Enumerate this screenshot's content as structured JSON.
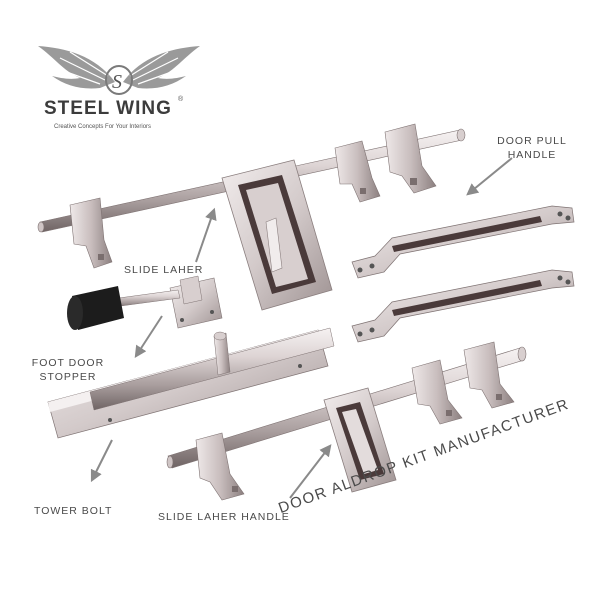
{
  "brand": {
    "name": "STEEL WING",
    "registered_mark": "®",
    "tagline": "Creative Concepts For Your Interiors",
    "logo_letter": "S"
  },
  "labels": {
    "door_pull_handle_line1": "DOOR PULL",
    "door_pull_handle_line2": "HANDLE",
    "slide_laher": "SLIDE LAHER",
    "foot_door_stopper_line1": "FOOT DOOR",
    "foot_door_stopper_line2": "STOPPER",
    "tower_bolt": "TOWER BOLT",
    "slide_laher_handle": "SLIDE LAHER HANDLE"
  },
  "caption": "DOOR ALDROP KIT MANUFACTURER",
  "colors": {
    "steel_light": "#e8e3e3",
    "steel_mid": "#bdb3b3",
    "steel_dark": "#7f7373",
    "inlay": "#4a3a3a",
    "rubber": "#1c1c1c",
    "text": "#4a4a4a",
    "arrow": "#8a8a8a"
  }
}
